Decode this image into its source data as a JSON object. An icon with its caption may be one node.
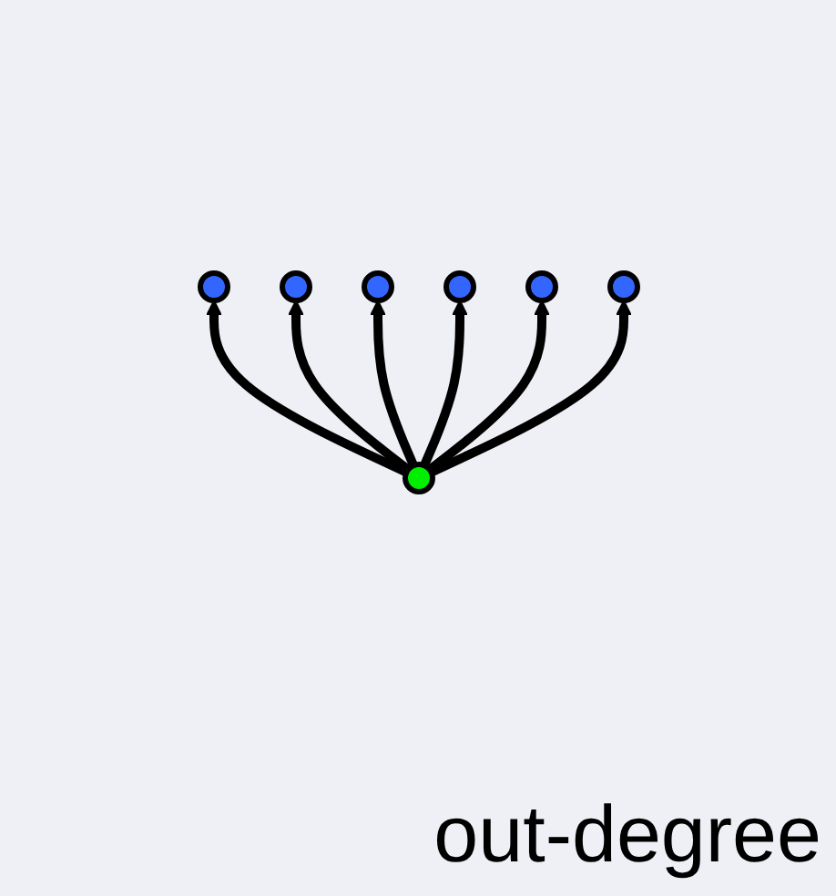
{
  "diagram": {
    "nodes": [
      {
        "text": [],
        "shape": "circle"
      },
      {
        "text": [],
        "shape": "circle"
      },
      {
        "text": [],
        "shape": "circle"
      },
      {
        "text": [],
        "shape": "circle"
      },
      {
        "text": [],
        "shape": "circle"
      },
      {
        "text": [],
        "shape": "circle"
      },
      {
        "text": [],
        "shape": "circle"
      }
    ],
    "edges": [
      {
        "from": 0,
        "to": 1,
        "arrow": "to"
      },
      {
        "from": 0,
        "to": 2,
        "arrow": "to"
      },
      {
        "from": 0,
        "to": 3,
        "arrow": "to"
      },
      {
        "from": 0,
        "to": 4,
        "arrow": "to"
      },
      {
        "from": 0,
        "to": 5,
        "arrow": "to"
      },
      {
        "from": 0,
        "to": 6,
        "arrow": "to"
      }
    ],
    "labels": [
      "out-degree"
    ]
  }
}
